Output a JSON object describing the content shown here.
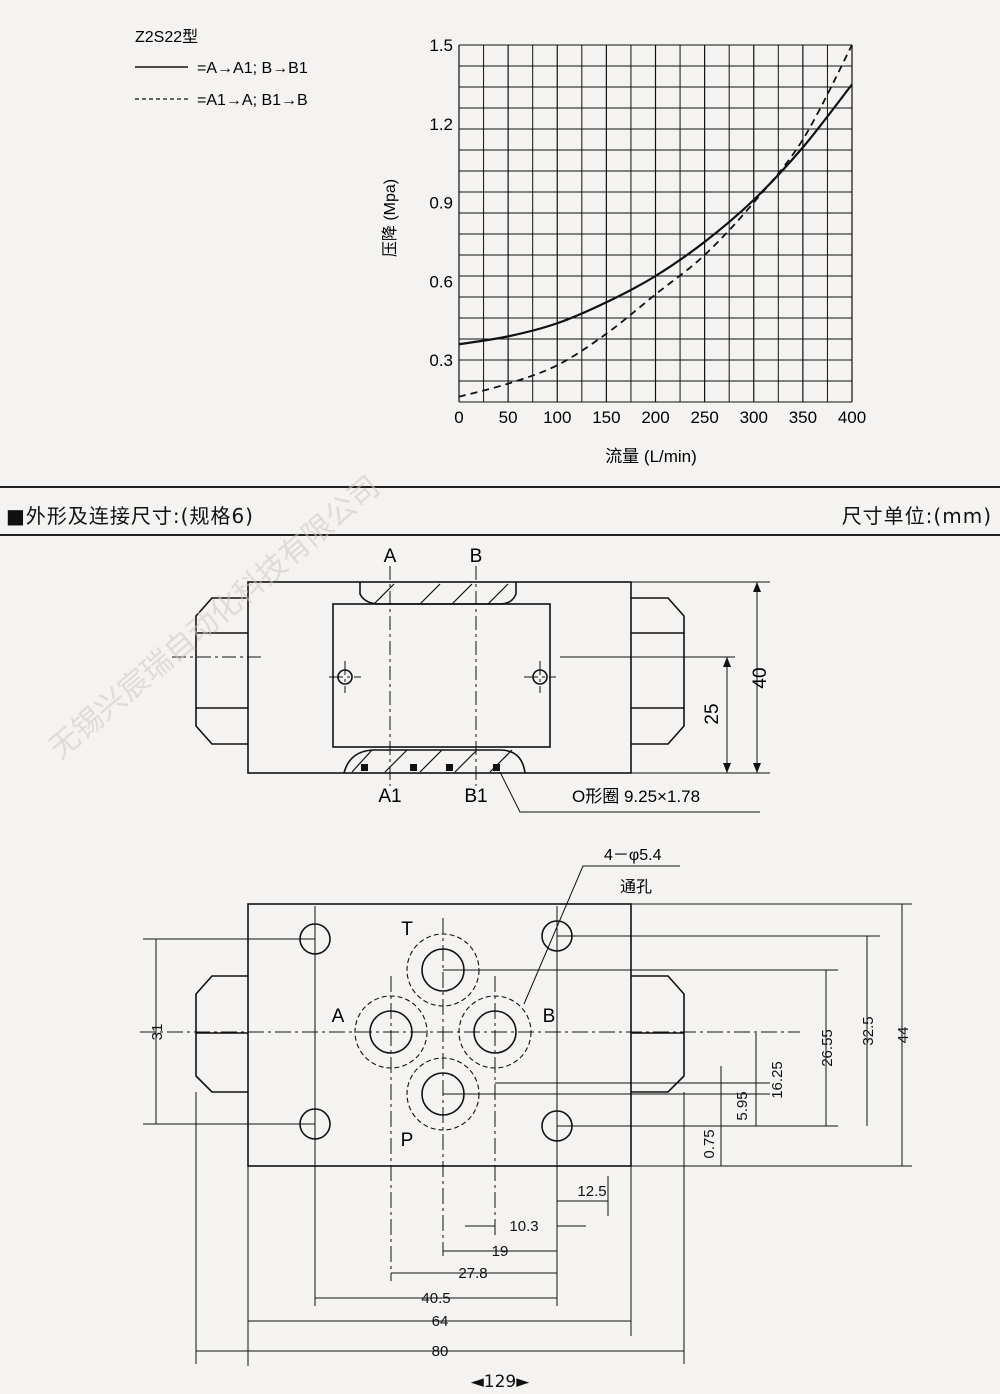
{
  "chart_data": {
    "type": "line",
    "model": "Z2S22型",
    "ylabel": "压降 (Mpa)",
    "xlabel": "流量 (L/min)",
    "x_ticks": [
      0,
      50,
      100,
      150,
      200,
      250,
      300,
      350,
      400
    ],
    "y_ticks": [
      "0.3",
      "0.6",
      "0.9",
      "1.2",
      "1.5"
    ],
    "xlim": [
      0,
      400
    ],
    "grid": true,
    "legend_placement": "top-left",
    "series": [
      {
        "name": "=A→A1; B→B1",
        "style": "solid",
        "x": [
          0,
          50,
          100,
          150,
          200,
          250,
          300,
          350,
          400
        ],
        "y": [
          0.36,
          0.39,
          0.44,
          0.52,
          0.62,
          0.75,
          0.91,
          1.11,
          1.35
        ]
      },
      {
        "name": "=A1→A; B1→B",
        "style": "dashed",
        "x": [
          0,
          50,
          100,
          150,
          200,
          250,
          300,
          350,
          400
        ],
        "y": [
          0.16,
          0.21,
          0.28,
          0.4,
          0.55,
          0.7,
          0.9,
          1.14,
          1.5
        ]
      }
    ]
  },
  "section": {
    "title": "外形及连接尺寸:(规格6)",
    "unit": "尺寸单位:(mm)"
  },
  "drawing": {
    "port_top_A": "A",
    "port_top_B": "B",
    "port_bot_A1": "A1",
    "port_bot_B1": "B1",
    "oring": "O形圈  9.25×1.78",
    "dim_40": "40",
    "dim_25": "25",
    "hole_spec": "4－φ5.4",
    "through_hole": "通孔",
    "port_T": "T",
    "port_P": "P",
    "port_A": "A",
    "port_B": "B",
    "dims_vertical": [
      "31",
      "44",
      "32.5",
      "26.55",
      "16.25",
      "5.95",
      "0.75"
    ],
    "dims_horizontal": [
      "12.5",
      "10.3",
      "19",
      "27.8",
      "40.5",
      "64",
      "80"
    ]
  },
  "watermark": "无锡兴宸瑞自动化科技有限公司",
  "page_number": "◄129►"
}
